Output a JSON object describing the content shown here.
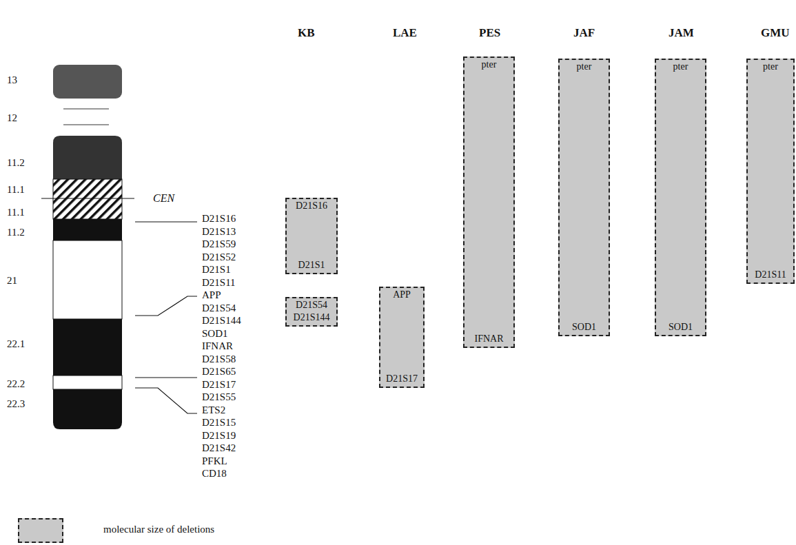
{
  "diagram": {
    "nodes": [
      {
        "text": [
          "D21S16",
          "D21S1"
        ]
      },
      {
        "text": [
          "D21S54",
          "D21S144"
        ]
      },
      {
        "text": [
          "APP",
          "D21S17"
        ]
      },
      {
        "text": [
          "pter",
          "IFNAR"
        ]
      },
      {
        "text": [
          "pter",
          "SOD1"
        ]
      },
      {
        "text": [
          "pter",
          "SOD1"
        ]
      },
      {
        "text": [
          "pter",
          "D21S11"
        ]
      }
    ],
    "edges": [],
    "labels": [
      "KB",
      "LAE",
      "PES",
      "JAF",
      "JAM",
      "GMU",
      "13",
      "12",
      "11.2",
      "11.1",
      "11.1",
      "11.2",
      "21",
      "22.1",
      "22.2",
      "22.3",
      "CEN",
      "D21S16",
      "D21S13",
      "D21S59",
      "D21S52",
      "D21S1",
      "D21S11",
      "APP",
      "D21S54",
      "D21S144",
      "SOD1",
      "IFNAR",
      "D21S58",
      "D21S65",
      "D21S17",
      "D21S55",
      "ETS2",
      "D21S15",
      "D21S19",
      "D21S42",
      "PFKL",
      "CD18"
    ],
    "legend": [
      {
        "text": "molecular size of deletions",
        "color": "#c9c9c9"
      }
    ]
  }
}
